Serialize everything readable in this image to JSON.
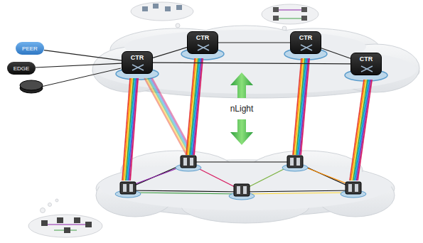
{
  "diagram": {
    "nodes": [
      {
        "text": [
          "CTR"
        ]
      },
      {
        "text": [
          "CTR"
        ]
      },
      {
        "text": [
          "CTR"
        ]
      },
      {
        "text": [
          "CTR"
        ]
      },
      {
        "text": [
          "PEER"
        ]
      },
      {
        "text": [
          "EDGE"
        ]
      }
    ],
    "edges": [
      {
        "from": 4,
        "to": 0,
        "arrow": "none"
      },
      {
        "from": 5,
        "to": 0,
        "arrow": "none"
      },
      {
        "from": 0,
        "to": 1,
        "arrow": "none"
      },
      {
        "from": 1,
        "to": 2,
        "arrow": "none"
      },
      {
        "from": 2,
        "to": 3,
        "arrow": "none"
      },
      {
        "from": 0,
        "to": 3,
        "arrow": "none"
      }
    ],
    "labels": [
      "nLight"
    ]
  }
}
